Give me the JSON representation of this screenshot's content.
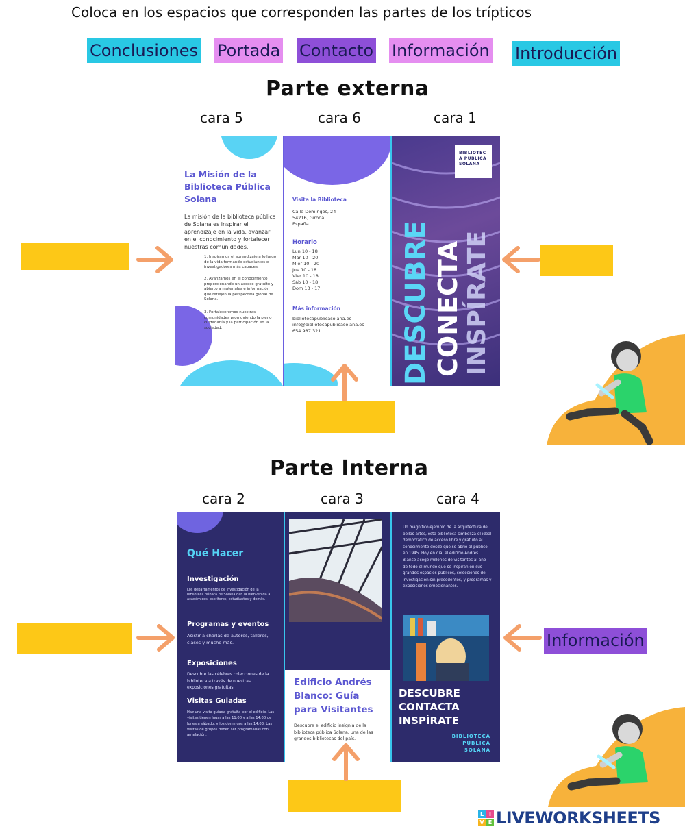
{
  "instruction": "Coloca en los espacios que corresponden las partes de los trípticos",
  "chips": [
    {
      "label": "Conclusiones",
      "color": "#29c8e4"
    },
    {
      "label": "Portada",
      "color": "#e58ef0"
    },
    {
      "label": "Contacto",
      "color": "#8e4fd8"
    },
    {
      "label": "Información",
      "color": "#e58ef0"
    },
    {
      "label": "Introducción",
      "color": "#29c8e4"
    }
  ],
  "external": {
    "title": "Parte externa",
    "faces": [
      "cara 5",
      "cara 6",
      "cara 1"
    ],
    "panel5": {
      "heading": "La Misión de la Biblioteca Pública Solana",
      "body": "La misión de la biblioteca pública de Solana es inspirar el aprendizaje en la vida, avanzar en el conocimiento y fortalecer nuestras comunidades.",
      "items": [
        "1. Inspiramos el aprendizaje a lo largo de la vida formando estudiantes e investigadores más capaces.",
        "2. Avanzamos en el conocimiento proporcionando un acceso gratuito y abierto a materiales e información que reflejen la perspectiva global de Solana.",
        "3. Fortaleceremos nuestras comunidades promoviendo la pleno ciudadanía y la participación en la sociedad."
      ]
    },
    "panel6": {
      "visit_title": "Visita la Biblioteca",
      "address": [
        "Calle Domingos, 24",
        "54216, Girona",
        "España"
      ],
      "hours_title": "Horario",
      "hours": [
        "Lun 10 - 18",
        "Mar 10 - 20",
        "Miér 10 - 20",
        "Jue 10 - 18",
        "Vier 10 - 18",
        "Sáb 10 - 18",
        "Dom 13 - 17"
      ],
      "more_title": "Más información",
      "contact": [
        "bibliotecapublicasolana.es",
        "info@bibliotecapublicasolana.es",
        "654 987 321"
      ]
    },
    "panel1": {
      "badge": "BIBLIOTEC A PÚBLICA SOLANA",
      "words": [
        "DESCUBRE",
        "CONECTA",
        "INSPÍRATE"
      ]
    }
  },
  "internal": {
    "title": "Parte Interna",
    "faces": [
      "cara 2",
      "cara 3",
      "cara 4"
    ],
    "panel2": {
      "heading": "Qué Hacer",
      "sections": [
        {
          "title": "Investigación",
          "text": "Los departamentos de investigación de la biblioteca pública de Solana dan la bienvenida a académicos, escritores, estudiantes y demás."
        },
        {
          "title": "Programas y eventos",
          "text": "Asistir a charlas de autores, talleres, clases y mucho más."
        },
        {
          "title": "Exposiciones",
          "text": "Descubre las célebres colecciones de la biblioteca a través de nuestras exposiciones gratuitas."
        },
        {
          "title": "Visitas Guiadas",
          "text": "Haz una visita guiada gratuita por el edificio. Las visitas tienen lugar a las 11:00 y a las 14:00 de lunes a sábado, y los domingos a las 14:03. Las visitas de grupos deben ser programadas con antelación."
        }
      ]
    },
    "panel3": {
      "heading": "Edificio Andrés Blanco: Guía para Visitantes",
      "text": "Descubre el edificio insignia de la biblioteca pública Solana, una de las grandes bibliotecas del país."
    },
    "panel4": {
      "text": "Un magnífico ejemplo de la arquitectura de bellas artes, esta biblioteca simboliza el ideal democrático de acceso libre y gratuito al conocimiento desde que se abrió al público en 1945. Hoy en día, el edificio Andrés Blanco acoge millones de visitantes al año de todo el mundo que se inspiran en sus grandes espacios públicos, colecciones de investigación sin precedentes, y programas y exposiciones emocionantes.",
      "slogan": [
        "DESCUBRE",
        "CONTACTA",
        "INSPÍRATE"
      ],
      "brand": [
        "BIBLIOTECA",
        "PÚBLICA",
        "SOLANA"
      ]
    }
  },
  "placed_answer": {
    "label": "Información",
    "color": "#8e4fd8"
  },
  "brand": {
    "logo_letters": [
      "L",
      "I",
      "V",
      "E"
    ],
    "text": "LIVEWORKSHEETS"
  },
  "colors": {
    "drop": "#fdc817",
    "arrow": "#f4a06a",
    "navy": "#2d2b6b",
    "purple": "#5b57d1",
    "cyan": "#38c6ec"
  }
}
